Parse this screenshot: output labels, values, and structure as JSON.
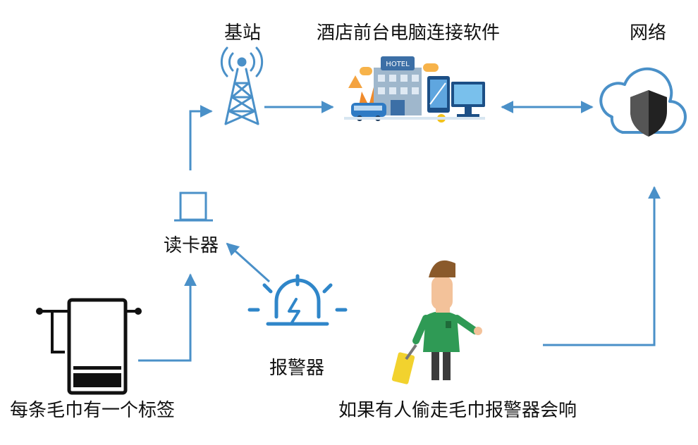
{
  "diagram": {
    "nodes": {
      "base_station": {
        "label": "基站",
        "icon": "cell-tower-icon"
      },
      "hotel_software": {
        "label": "酒店前台电脑连接软件",
        "icon": "hotel-computer-icon",
        "sign": "HOTEL"
      },
      "network": {
        "label": "网络",
        "icon": "cloud-shield-icon"
      },
      "card_reader": {
        "label": "读卡器",
        "icon": "reader-icon"
      },
      "alarm": {
        "label": "报警器",
        "icon": "siren-icon"
      },
      "towel_tag": {
        "label": "每条毛巾有一个标签",
        "icon": "towel-icon"
      },
      "thief_alarm": {
        "label": "如果有人偷走毛巾报警器会响",
        "icon": "person-with-luggage-icon"
      }
    },
    "edges": [
      {
        "from": "towel_tag",
        "to": "card_reader"
      },
      {
        "from": "alarm",
        "to": "card_reader"
      },
      {
        "from": "card_reader",
        "to": "base_station"
      },
      {
        "from": "base_station",
        "to": "hotel_software"
      },
      {
        "from": "hotel_software",
        "to": "network",
        "bidirectional": true
      },
      {
        "from": "thief_alarm",
        "to": "network"
      }
    ],
    "colors": {
      "accent": "#4a90c8",
      "icon_dark": "#111111"
    }
  }
}
